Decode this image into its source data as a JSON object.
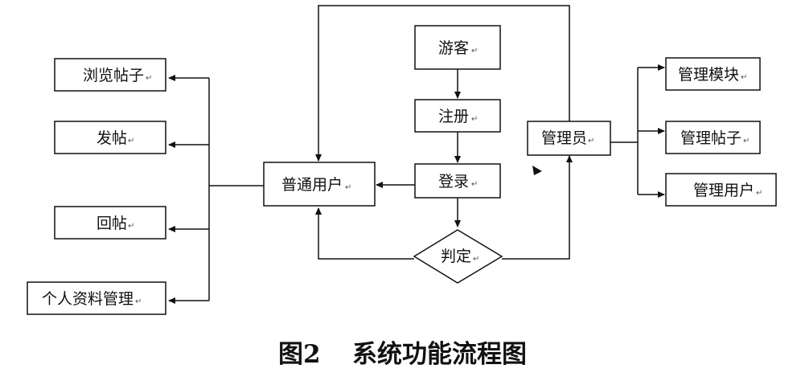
{
  "nodes": {
    "guest": "游客",
    "register": "注册",
    "login": "登录",
    "judge": "判定",
    "normal_user": "普通用户",
    "admin": "管理员",
    "browse_posts": "浏览帖子",
    "post": "发帖",
    "reply": "回帖",
    "profile_manage": "个人资料管理",
    "module_manage": "管理模块",
    "post_manage": "管理帖子",
    "user_manage": "管理用户"
  },
  "paragraph_mark": "↵",
  "caption": {
    "label": "图2",
    "title": "系统功能流程图"
  }
}
